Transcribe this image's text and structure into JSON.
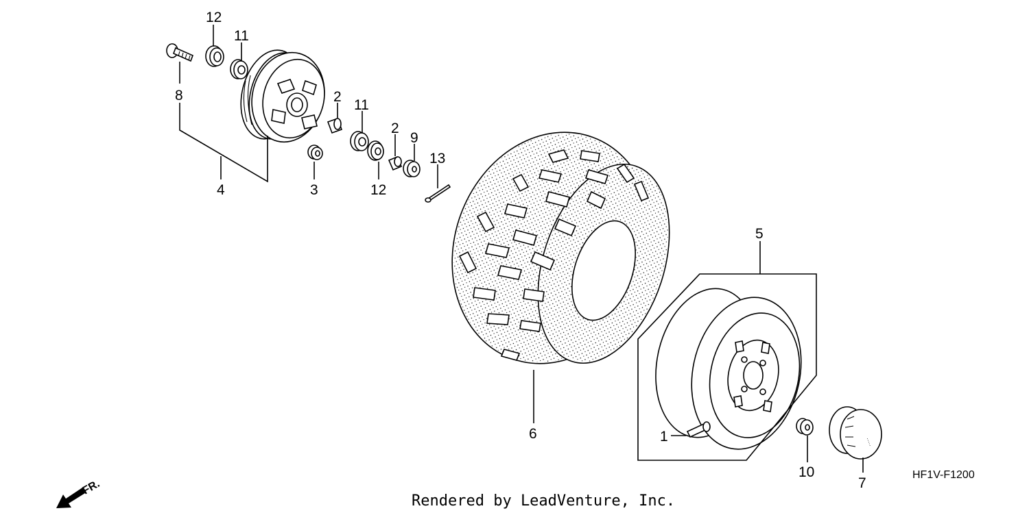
{
  "callouts": {
    "p1": "1",
    "p2a": "2",
    "p2b": "2",
    "p3": "3",
    "p4": "4",
    "p5": "5",
    "p6": "6",
    "p7": "7",
    "p8": "8",
    "p9": "9",
    "p10": "10",
    "p11a": "11",
    "p11b": "11",
    "p12a": "12",
    "p12b": "12",
    "p13": "13"
  },
  "diagram_code": "HF1V-F1200",
  "front_indicator": "FR.",
  "credit": "Rendered by LeadVenture, Inc.",
  "icons": {
    "front_arrow": "arrow-down-left-icon"
  }
}
